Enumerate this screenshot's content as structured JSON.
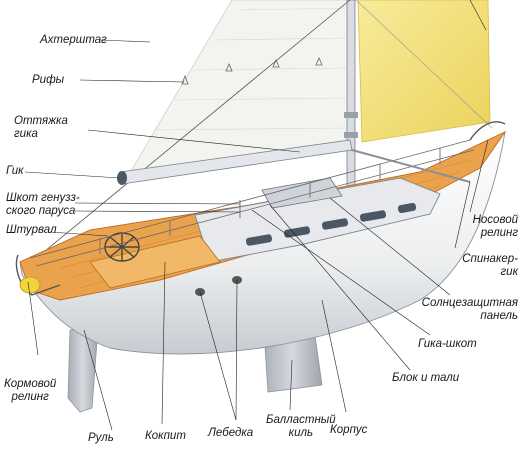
{
  "diagram": {
    "labels": {
      "backstay": "Ахтерштаг",
      "reefs": "Рифы",
      "boom_vang_1": "Оттяжка",
      "boom_vang_2": "гика",
      "boom": "Гик",
      "genoa_sheet_1": "Шкот генузз-",
      "genoa_sheet_2": "ского паруса",
      "wheel": "Штурвал",
      "stern_rail_1": "Кормовой",
      "stern_rail_2": "релинг",
      "rudder": "Руль",
      "cockpit": "Кокпит",
      "winch": "Лебедка",
      "ballast_keel_1": "Балластный",
      "ballast_keel_2": "киль",
      "hull": "Корпус",
      "block_tackle": "Блок и тали",
      "main_sheet": "Гика-шкот",
      "solar_panel_1": "Солнцезащитная",
      "solar_panel_2": "панель",
      "spinnaker_boom_1": "Спинакер-",
      "spinnaker_boom_2": "гик",
      "bow_rail_1": "Носовой",
      "bow_rail_2": "релинг"
    },
    "colors": {
      "hull": "#f1f1f0",
      "hull_shadow": "#c9cdd2",
      "deck_wood": "#e9a24a",
      "deck_trim": "#c86a1d",
      "jib": "#f4e27a",
      "mainsail": "#f3f3f0",
      "keel": "#b9bcc3",
      "cabin": "#e7e9ec",
      "window": "#4a5866",
      "line": "#333333"
    }
  }
}
